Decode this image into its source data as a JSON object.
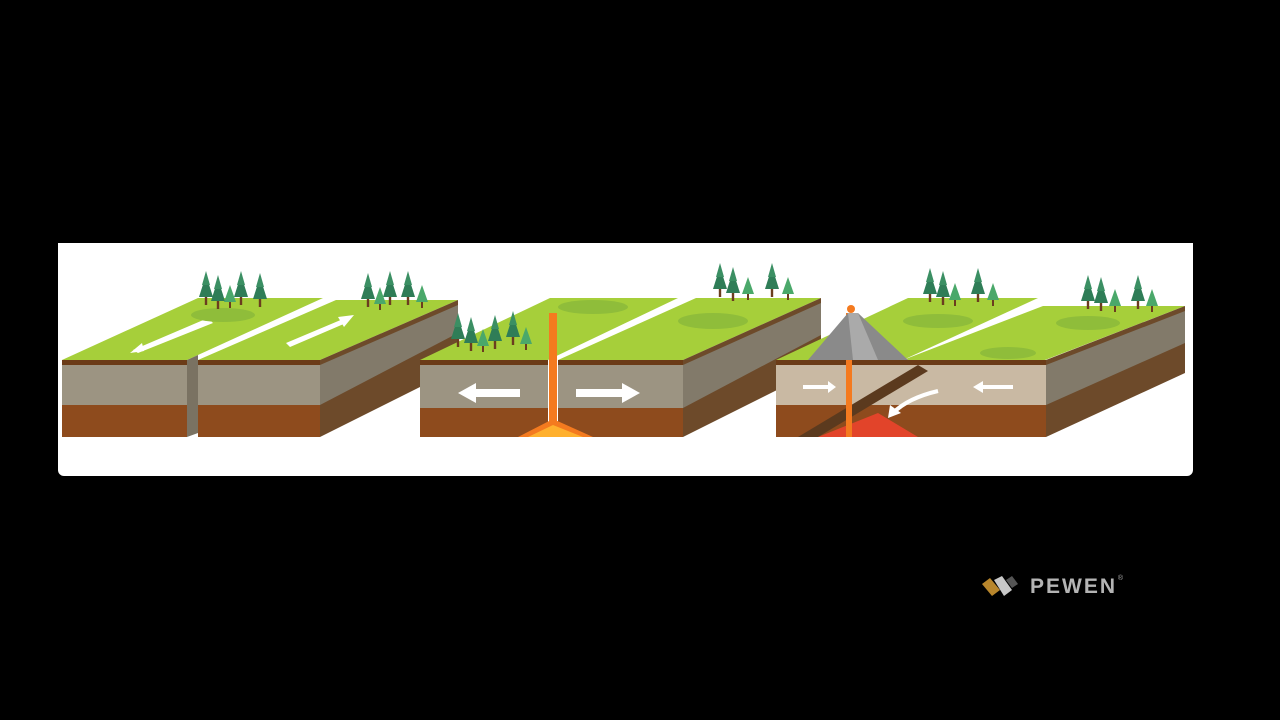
{
  "diagram": {
    "panels": [
      {
        "name": "transform-boundary",
        "arrows": [
          "down-left",
          "up-right"
        ]
      },
      {
        "name": "divergent-boundary",
        "arrows": [
          "left",
          "right"
        ]
      },
      {
        "name": "convergent-boundary",
        "arrows": [
          "right",
          "left"
        ]
      }
    ],
    "colors": {
      "grass": "#a6cf3a",
      "crust": "#9c9482",
      "mantle": "#8e4b1d",
      "lava": "#f47a1f",
      "tree": "#2f7d57"
    }
  },
  "brand": {
    "name": "PEWEN",
    "mark": "®"
  }
}
